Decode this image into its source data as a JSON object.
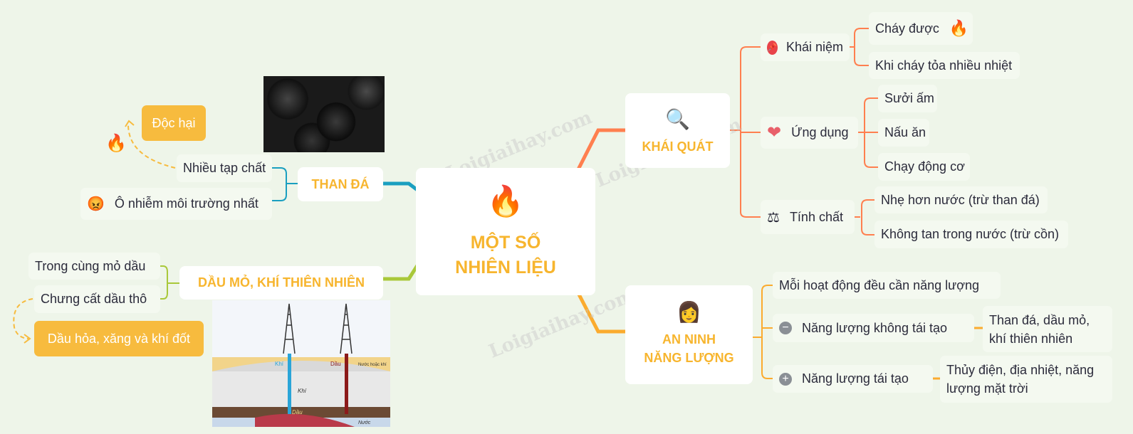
{
  "central": {
    "title_line1": "MỘT SỐ",
    "title_line2": "NHIÊN LIỆU",
    "icon": "fire-icon"
  },
  "branches": {
    "khai_quat": {
      "label": "KHÁI QUÁT",
      "icon": "magnifier-chart-icon",
      "khai_niem": {
        "label": "Khái niệm",
        "icon": "pin-icon",
        "children": [
          "Cháy được",
          "Khi cháy tỏa nhiều nhiệt"
        ]
      },
      "ung_dung": {
        "label": "Ứng dụng",
        "icon": "heart-icon",
        "children": [
          "Sưởi ấm",
          "Nấu ăn",
          "Chạy động cơ"
        ]
      },
      "tinh_chat": {
        "label": "Tính chất",
        "icon": "scale-icon",
        "children": [
          "Nhẹ hơn nước (trừ than đá)",
          "Không tan trong nước (trừ cồn)"
        ]
      }
    },
    "an_ninh": {
      "label_line1": "AN NINH",
      "label_line2": "NĂNG LƯỢNG",
      "icon": "worker-icon",
      "item1": "Mỗi hoạt động đều cần năng lượng",
      "khong_tai_tao": {
        "label": "Năng lượng không tái tạo",
        "icon": "minus-circle-icon",
        "child_line1": "Than đá, dầu mỏ,",
        "child_line2": "khí thiên nhiên"
      },
      "tai_tao": {
        "label": "Năng lượng tái tạo",
        "icon": "plus-circle-icon",
        "child_line1": "Thủy điện, địa nhiệt, năng",
        "child_line2": "lượng mặt trời"
      }
    },
    "than_da": {
      "label": "THAN ĐÁ",
      "children": [
        "Nhiều tạp chất",
        "Ô nhiễm môi trường nhất"
      ],
      "linked": "Độc hại"
    },
    "dau_mo": {
      "label": "DẦU MỎ, KHÍ THIÊN NHIÊN",
      "children": [
        "Trong cùng mỏ dầu",
        "Chưng cất dầu thô"
      ],
      "linked": "Dầu hỏa, xăng và khí đốt"
    }
  },
  "images": {
    "rig_labels": [
      "Khí",
      "Dầu",
      "Nước hoặc khí",
      "Khí",
      "Dầu",
      "Nước"
    ]
  },
  "watermark": "Loigiaihay.com",
  "colors": {
    "accent": "#f7b52e",
    "than_da": "#1a9fc0",
    "dau_mo": "#a9c83a",
    "khai_quat": "#ff7f4f",
    "an_ninh": "#fbab2e"
  }
}
